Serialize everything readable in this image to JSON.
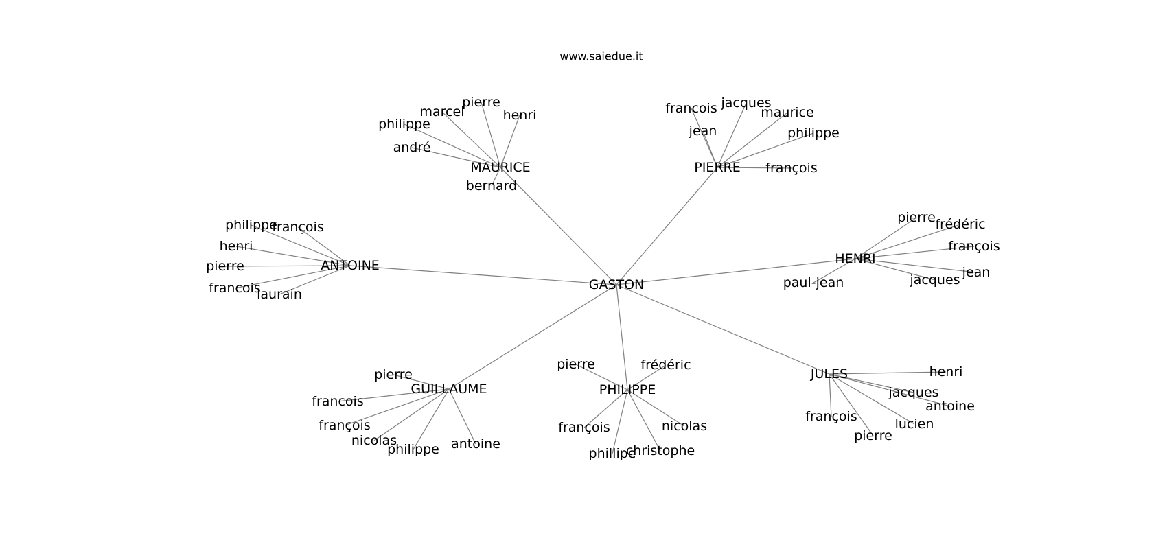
{
  "title": "www.saiedue.it",
  "colors": {
    "edge": "#808080",
    "text": "#000000",
    "background": "#ffffff"
  },
  "tree": {
    "root": "GASTON",
    "children": [
      {
        "name": "MAURICE",
        "leaves": [
          "pierre",
          "marcel",
          "henri",
          "philippe",
          "andré",
          "bernard"
        ]
      },
      {
        "name": "PIERRE",
        "leaves": [
          "francois",
          "jacques",
          "maurice",
          "jean",
          "philippe",
          "françois"
        ]
      },
      {
        "name": "ANTOINE",
        "leaves": [
          "philippe",
          "françois",
          "henri",
          "pierre",
          "francois",
          "laurain"
        ]
      },
      {
        "name": "HENRI",
        "leaves": [
          "pierre",
          "frédéric",
          "françois",
          "jean",
          "jacques",
          "paul-jean"
        ]
      },
      {
        "name": "GUILLAUME",
        "leaves": [
          "pierre",
          "francois",
          "françois",
          "nicolas",
          "philippe",
          "antoine"
        ]
      },
      {
        "name": "PHILIPPE",
        "leaves": [
          "pierre",
          "frédéric",
          "françois",
          "nicolas",
          "phillipe",
          "christophe"
        ]
      },
      {
        "name": "JULES",
        "leaves": [
          "henri",
          "jacques",
          "antoine",
          "lucien",
          "françois",
          "pierre"
        ]
      }
    ]
  }
}
